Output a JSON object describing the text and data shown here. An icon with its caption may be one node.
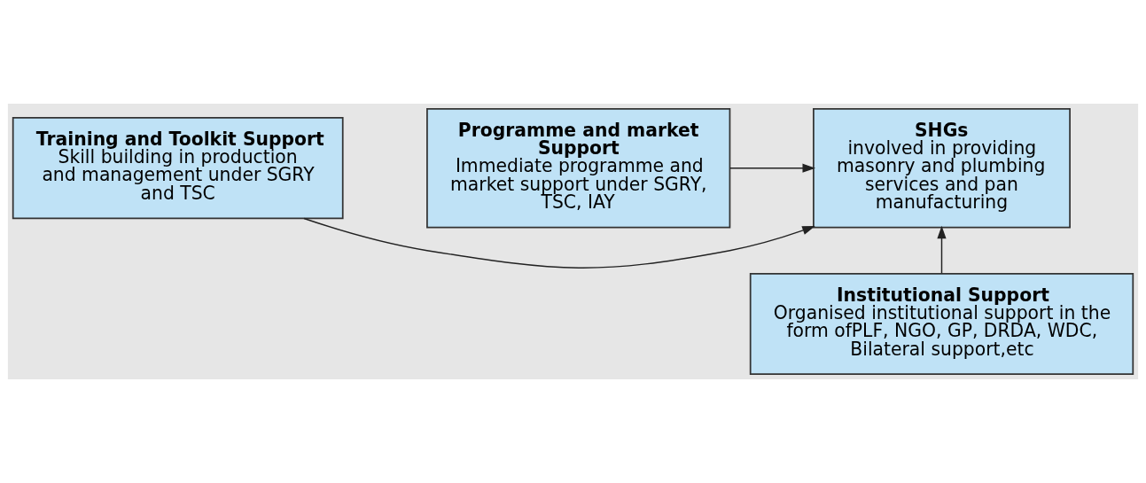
{
  "diagram": {
    "nodes": [
      {
        "text": [
          "SHGs",
          "involved in providing masonry and plumbing services and pan manufacturing"
        ]
      },
      {
        "text": [
          "Training and Toolkit Support",
          "Skill building in production and management under SGRY and TSC"
        ]
      },
      {
        "text": [
          "Programme and market Support",
          "Immediate programme and market support under SGRY, TSC, IAY"
        ]
      },
      {
        "text": [
          "Institutional Support",
          "Organised institutional support in the form ofPLF, NGO, GP, DRDA, WDC, Bilateral support,etc"
        ]
      }
    ],
    "edges": [
      {
        "from": 1,
        "to": 0,
        "arrow": "to"
      },
      {
        "from": 2,
        "to": 0,
        "arrow": "to"
      },
      {
        "from": 3,
        "to": 0,
        "arrow": "to"
      }
    ]
  }
}
